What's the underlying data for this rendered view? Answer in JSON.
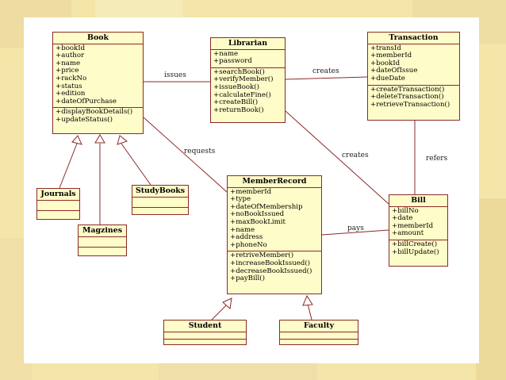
{
  "colors": {
    "background": "#f3e6a8",
    "panel": "#ffffff",
    "class_fill": "#fefcc8",
    "line": "#8b2a2a"
  },
  "classes": {
    "book": {
      "name": "Book",
      "attributes": [
        "+bookId",
        "+author",
        "+name",
        "+price",
        "+rackNo",
        "+status",
        "+edition",
        "+dateOfPurchase"
      ],
      "operations": [
        "+displayBookDetails()",
        "+updateStatus()"
      ]
    },
    "librarian": {
      "name": "Librarian",
      "attributes": [
        "+name",
        "+password"
      ],
      "operations": [
        "+searchBook()",
        "+verifyMember()",
        "+issueBook()",
        "+calculateFine()",
        "+createBill()",
        "+returnBook()"
      ]
    },
    "transaction": {
      "name": "Transaction",
      "attributes": [
        "+transId",
        "+memberId",
        "+bookId",
        "+dateOfIssue",
        "+dueDate"
      ],
      "operations": [
        "+createTransaction()",
        "+deleteTransaction()",
        "+retrieveTransaction()"
      ]
    },
    "memberrecord": {
      "name": "MemberRecord",
      "attributes": [
        "+memberId",
        "+type",
        "+dateOfMembership",
        "+noBookIssued",
        "+maxBookLimit",
        "+name",
        "+address",
        "+phoneNo"
      ],
      "operations": [
        "+retriveMember()",
        "+increaseBookIssued()",
        "+decreaseBookIssued()",
        "+payBill()"
      ]
    },
    "bill": {
      "name": "Bill",
      "attributes": [
        "+billNo",
        "+date",
        "+memberId",
        "+amount"
      ],
      "operations": [
        "+billCreate()",
        "+billUpdate()"
      ]
    },
    "journals": {
      "name": "Journals"
    },
    "magzines": {
      "name": "Magzines"
    },
    "studybooks": {
      "name": "StudyBooks"
    },
    "student": {
      "name": "Student"
    },
    "faculty": {
      "name": "Faculty"
    }
  },
  "relations": {
    "issues": "issues",
    "creates1": "creates",
    "creates2": "creates",
    "refers": "refers",
    "requests": "requests",
    "pays": "pays"
  }
}
